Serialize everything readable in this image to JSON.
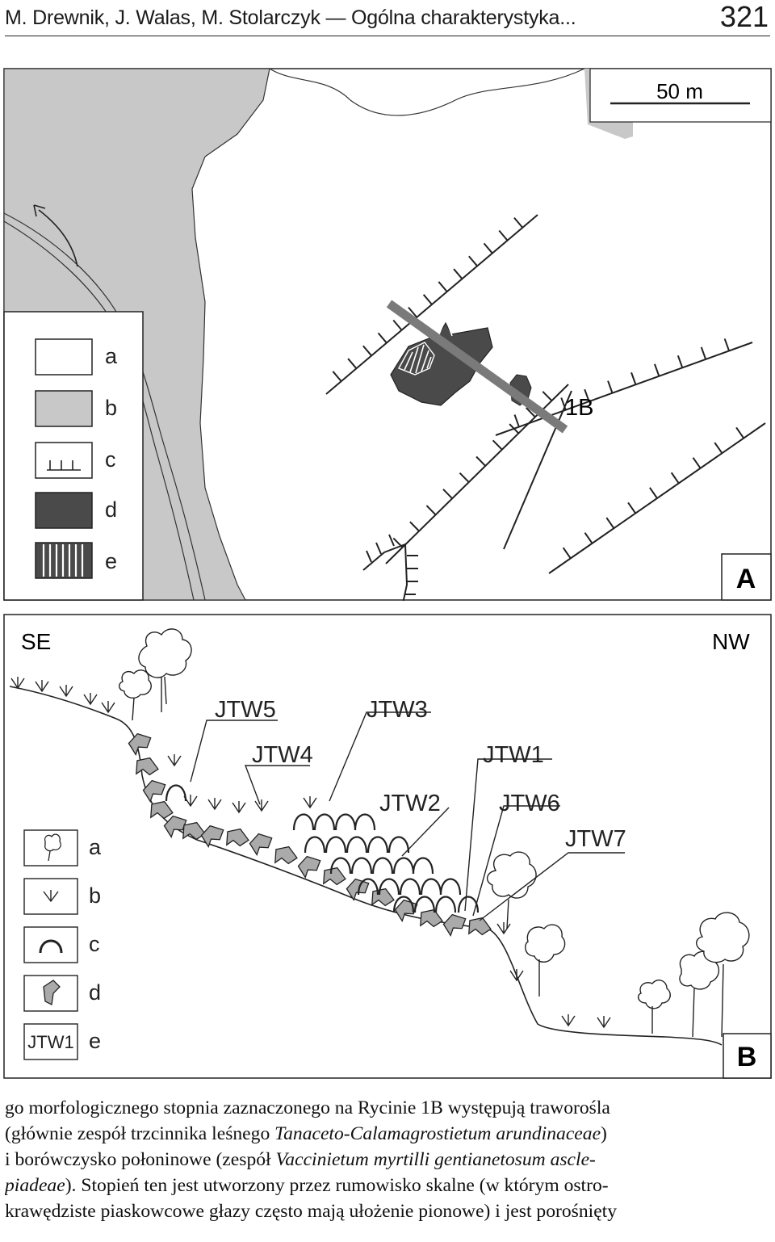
{
  "header": {
    "running_title": "M. Drewnik, J. Walas, M. Stolarczyk — Ogólna charakterystyka...",
    "page_number": "321"
  },
  "panel_a": {
    "letter": "A",
    "scale_label": "50 m",
    "site_label": "1B",
    "legend": [
      "a",
      "b",
      "c",
      "d",
      "e"
    ]
  },
  "panel_b": {
    "letter": "B",
    "direction_left": "SE",
    "direction_right": "NW",
    "sites": [
      "JTW5",
      "JTW4",
      "JTW3",
      "JTW2",
      "JTW1",
      "JTW6",
      "JTW7"
    ],
    "legend": [
      "a",
      "b",
      "c",
      "d",
      "e"
    ],
    "legend_e_sample": "JTW1"
  },
  "body": {
    "l1": "go morfologicznego stopnia zaznaczonego na Rycinie 1B występują traworośla",
    "l2a": "(głównie zespół trzcinnika leśnego ",
    "l2b": "Tanaceto-Calamagrostietum arundinaceae",
    "l2c": ")",
    "l3a": "i borówczysko połoninowe (zespół ",
    "l3b": "Vaccinietum myrtilli gentianetosum ascle-",
    "l4a": "piadeae",
    "l4b": "). Stopień ten jest utworzony przez rumowisko skalne (w którym ostro-",
    "l5": "krawędziste piaskowcowe głazy często mają ułożenie pionowe) i jest porośnięty"
  }
}
